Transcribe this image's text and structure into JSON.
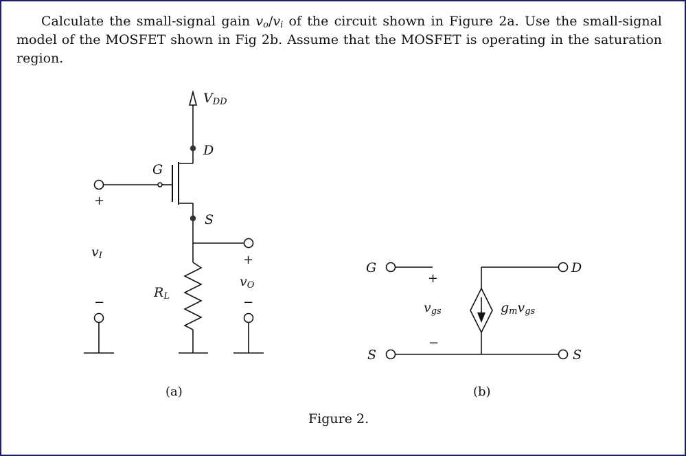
{
  "problem": {
    "p1": "Calculate the small-signal gain ",
    "vo_v": "v",
    "vo_sub": "o",
    "slash": "/",
    "vi_v": "v",
    "vi_sub": "i",
    "p2": " of the circuit shown in Figure 2a. Use the small-signal model of the MOSFET shown in Fig 2b. Assume that the MOSFET is operating in the saturation region."
  },
  "circuit_a": {
    "vdd_main": "V",
    "vdd_sub": "DD",
    "drain": "D",
    "gate": "G",
    "source": "S",
    "input_plus": "+",
    "input_minus": "−",
    "vi_main": "v",
    "vi_sub": "I",
    "rl_main": "R",
    "rl_sub": "L",
    "output_plus": "+",
    "output_minus": "−",
    "vo_main": "v",
    "vo_sub": "O",
    "caption": "(a)"
  },
  "circuit_b": {
    "gate": "G",
    "drain": "D",
    "source_left": "S",
    "source_right": "S",
    "plus": "+",
    "minus": "−",
    "vgs_main": "v",
    "vgs_sub": "gs",
    "gm_main": "g",
    "gm_sub": "m",
    "gm_v": "v",
    "gm_vsub": "gs",
    "caption": "(b)"
  },
  "figure_caption": "Figure 2."
}
